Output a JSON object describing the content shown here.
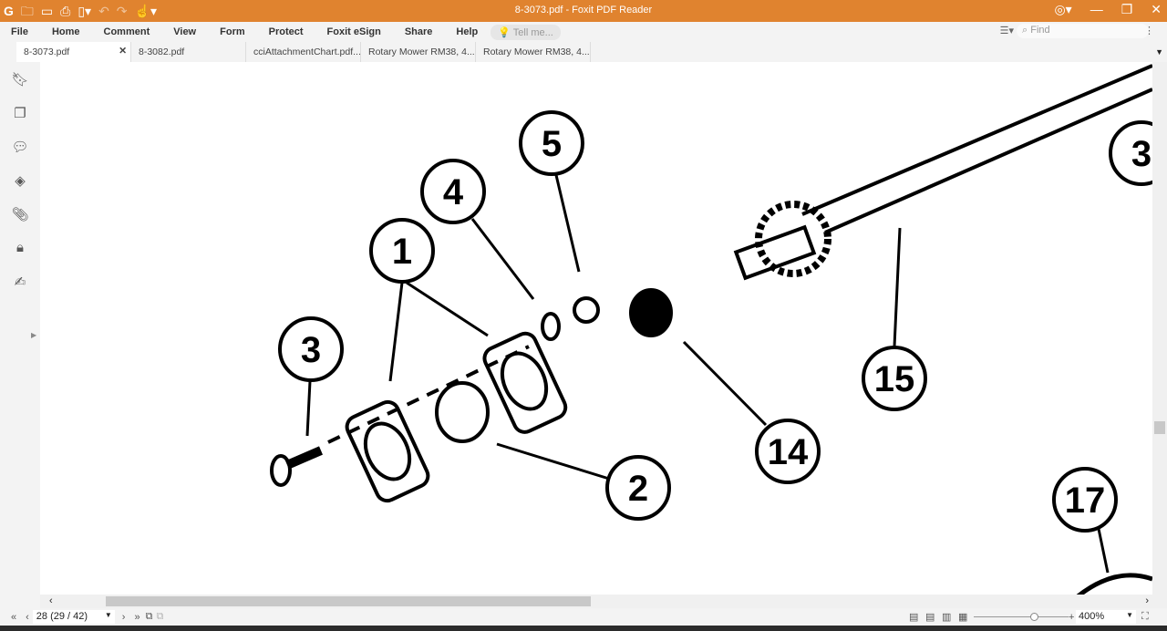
{
  "window": {
    "title": "8-3073.pdf - Foxit PDF Reader"
  },
  "menu": [
    "File",
    "Home",
    "Comment",
    "View",
    "Form",
    "Protect",
    "Foxit eSign",
    "Share",
    "Help"
  ],
  "tell_me": {
    "placeholder": "Tell me..."
  },
  "find": {
    "placeholder": "Find"
  },
  "tabs": [
    {
      "label": "8-3073.pdf",
      "close": "✕"
    },
    {
      "label": "8-3082.pdf"
    },
    {
      "label": "cciAttachmentChart.pdf..."
    },
    {
      "label": "Rotary Mower RM38, 4..."
    },
    {
      "label": "Rotary Mower RM38, 4..."
    }
  ],
  "drawing": {
    "callouts": [
      "1",
      "2",
      "3",
      "4",
      "5",
      "14",
      "15",
      "17",
      "3"
    ]
  },
  "status": {
    "page": "28 (29 / 42)",
    "zoom": "400%",
    "zoom_fraction": 0.6
  },
  "colors": {
    "accent": "#e0832f"
  }
}
